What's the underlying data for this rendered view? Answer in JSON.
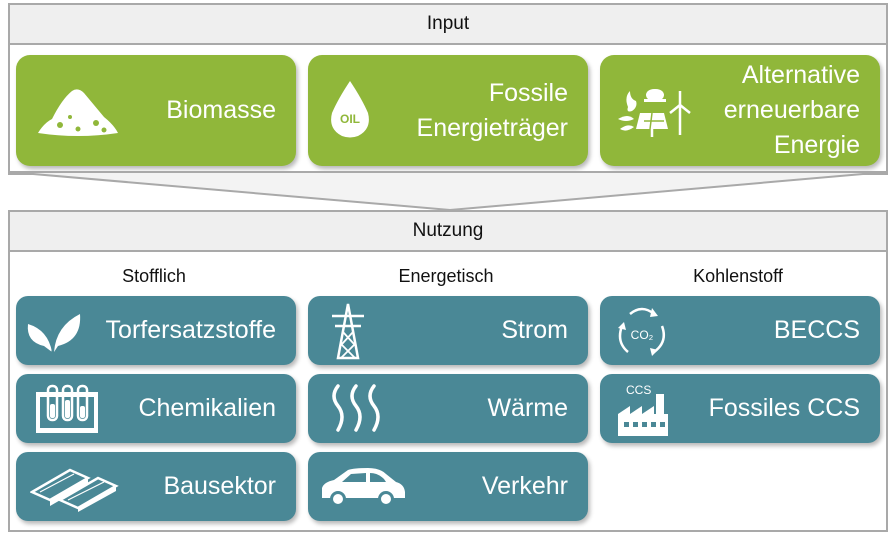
{
  "input": {
    "title": "Input",
    "cards": [
      {
        "label": "Biomasse",
        "icon": "biomass-pile-icon"
      },
      {
        "label": "Fossile\nEnergieträger",
        "icon": "oil-drop-icon",
        "icon_text": "OIL"
      },
      {
        "label": "Alternative\nerneuerbare\nEnergie",
        "icon": "renewable-energy-icon"
      }
    ]
  },
  "nutzung": {
    "title": "Nutzung",
    "columns": [
      {
        "heading": "Stofflich",
        "cards": [
          {
            "label": "Torfersatzstoffe",
            "icon": "leaves-icon"
          },
          {
            "label": "Chemikalien",
            "icon": "test-tubes-icon"
          },
          {
            "label": "Bausektor",
            "icon": "timber-planks-icon"
          }
        ]
      },
      {
        "heading": "Energetisch",
        "cards": [
          {
            "label": "Strom",
            "icon": "power-pylon-icon"
          },
          {
            "label": "Wärme",
            "icon": "heat-waves-icon"
          },
          {
            "label": "Verkehr",
            "icon": "car-icon"
          }
        ]
      },
      {
        "heading": "Kohlenstoff",
        "cards": [
          {
            "label": "BECCS",
            "icon": "co2-cycle-icon",
            "icon_text": "CO₂"
          },
          {
            "label": "Fossiles CCS",
            "icon": "factory-icon",
            "icon_text": "CCS"
          }
        ]
      }
    ]
  },
  "colors": {
    "green": "#90b73a",
    "teal": "#4a8896",
    "header_bg": "#efefef",
    "border": "#a9a9a9"
  }
}
